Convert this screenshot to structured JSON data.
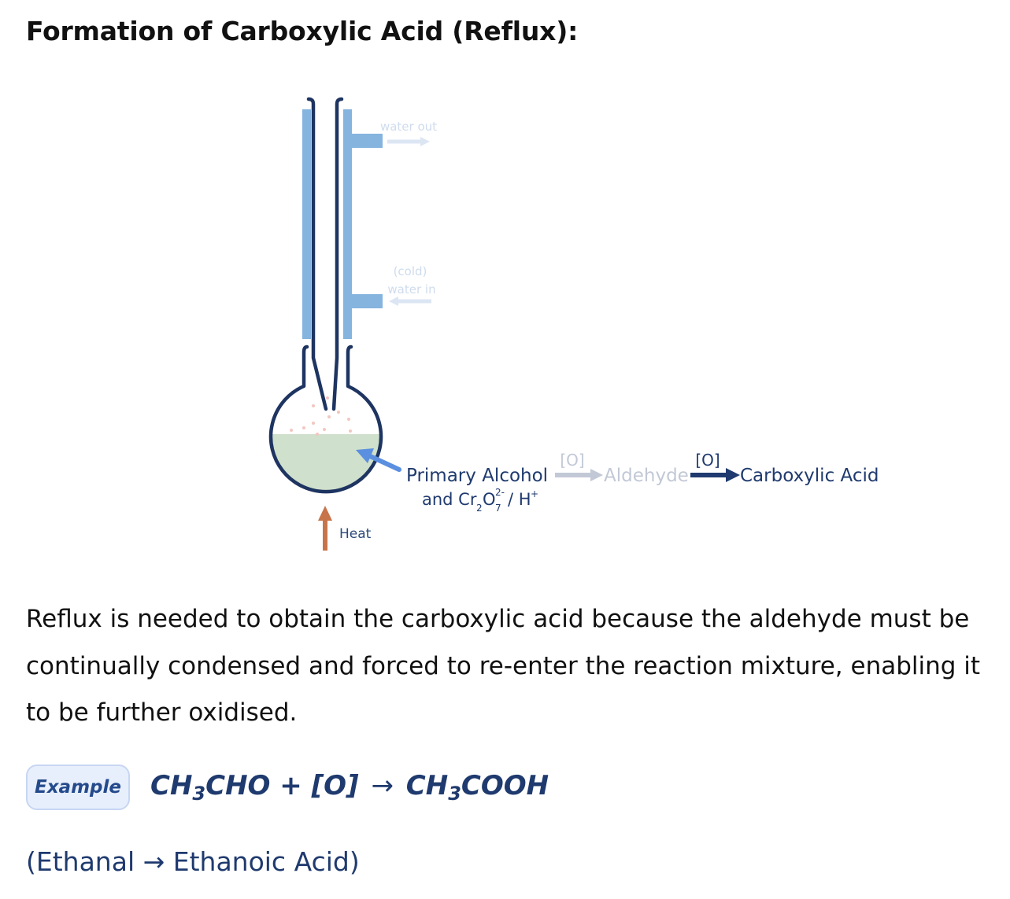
{
  "title": "Formation of Carboxylic Acid (Reflux):",
  "diagram": {
    "labels": {
      "water_out": "water out",
      "cold": "(cold)",
      "water_in": "water in",
      "heat": "Heat",
      "primary_alcohol": "Primary Alcohol",
      "reagent_and": "and Cr",
      "reagent_sub2": "2",
      "reagent_o": "O",
      "reagent_sub7": "7",
      "reagent_charge": "2-",
      "reagent_tail": "/ H",
      "reagent_plus": "+",
      "oxidant_1": "[O]",
      "aldehyde": "Aldehyde",
      "oxidant_2": "[O]",
      "carboxylic_acid": "Carboxylic Acid"
    },
    "colors": {
      "glass": "#1e3461",
      "condenser_jacket": "#85b4df",
      "faded_text": "#cfdcee",
      "liquid": "#cfe0cc",
      "pointer_arrow": "#5b8fe0",
      "heat_arrow": "#c8744a",
      "grey_arrow": "#c2c8d6",
      "navy_text": "#1f3a6e"
    }
  },
  "paragraph": "Reflux is needed to obtain the carboxylic acid because the aldehyde must be continually condensed and forced to re-enter the reaction mixture, enabling it to be further oxidised.",
  "example": {
    "badge": "Example",
    "part1": "CH",
    "sub1": "3",
    "part2": "CHO + [O]",
    "arrow": "→",
    "part3": "CH",
    "sub2": "3",
    "part4": "COOH"
  },
  "caption": "(Ethanal → Ethanoic Acid)"
}
